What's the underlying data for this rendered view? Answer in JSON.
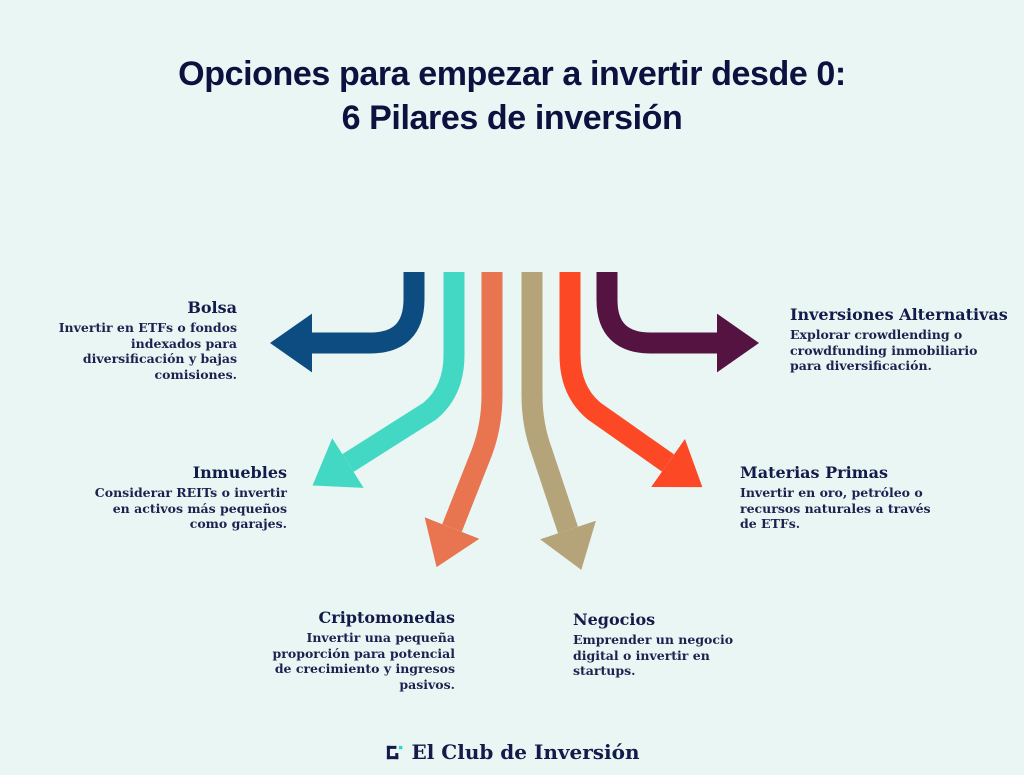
{
  "title": {
    "line1": "Opciones para empezar a invertir desde 0:",
    "line2": "6 Pilares de inversión"
  },
  "pillars": [
    {
      "heading": "Bolsa",
      "body": "Invertir en ETFs o fondos\nindexados para\ndiversificación y bajas\ncomisiones.",
      "arrow_color": "#0d4c80",
      "arrow_direction": "left"
    },
    {
      "heading": "Inmuebles",
      "body": "Considerar REITs o invertir\nen activos más pequeños\ncomo garajes.",
      "arrow_color": "#43d8c3",
      "arrow_direction": "down-left"
    },
    {
      "heading": "Criptomonedas",
      "body": "Invertir una pequeña\nproporción para potencial\nde crecimiento y ingresos\npasivos.",
      "arrow_color": "#e87450",
      "arrow_direction": "down"
    },
    {
      "heading": "Negocios",
      "body": "Emprender un negocio\ndigital o invertir en\nstartups.",
      "arrow_color": "#b5a37a",
      "arrow_direction": "down"
    },
    {
      "heading": "Materias Primas",
      "body": "Invertir en oro, petróleo o\nrecursos naturales a través\nde ETFs.",
      "arrow_color": "#fc4825",
      "arrow_direction": "down-right"
    },
    {
      "heading": "Inversiones Alternativas",
      "body": "Explorar crowdlending o\ncrowdfunding inmobiliario\npara diversificación.",
      "arrow_color": "#551342",
      "arrow_direction": "right"
    }
  ],
  "footer": {
    "brand": "El Club de Inversión",
    "logo_icon": "club-brackets-icon",
    "logo_mark_color": "#131b4a",
    "logo_dot_color": "#2bdac6"
  },
  "colors": {
    "background": "#e9f6f3",
    "title_text": "#0c1140",
    "heading_text": "#131b4a",
    "body_text": "#1c2150"
  }
}
